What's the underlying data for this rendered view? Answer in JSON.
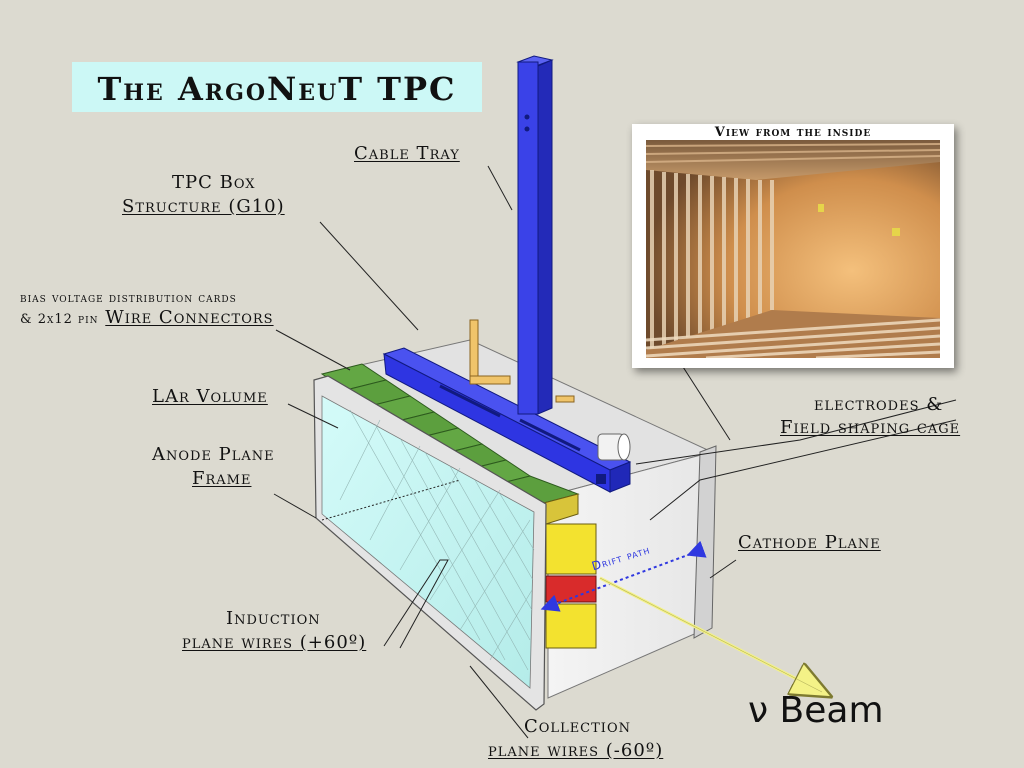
{
  "title": "The ArgoNeuT TPC",
  "photo": {
    "caption": "View from the inside"
  },
  "labels": {
    "cable_tray": "Cable Tray",
    "tpc_box_line1": "TPC Box",
    "tpc_box_line2": "Structure (G10)",
    "bias_line1": "bias voltage distribution cards",
    "bias_line2_prefix": "& 2x12 pin",
    "bias_line2_main": "Wire Connectors",
    "lar_volume": "LAr Volume",
    "anode_line1": "Anode Plane",
    "anode_line2": "Frame",
    "electrodes_line1": "electrodes &",
    "electrodes_line2": "Field shaping cage",
    "cathode": "Cathode Plane",
    "induction_line1": "Induction",
    "induction_line2": "plane wires (+60º)",
    "collection_line1": "Collection",
    "collection_line2": "plane wires (-60º)",
    "drift_path": "Drift path",
    "beam": "ν Beam"
  },
  "colors": {
    "background": "#dcdad0",
    "title_box": "#ccf8f6",
    "cable_tray": "#2e35e2",
    "connector_green": "#63a744",
    "card_yellow": "#f3e22f",
    "card_red": "#d92b2b",
    "lar_volume": "#c7f5f3",
    "drift_path": "#2f38e0",
    "beam_arrow": "#f4f287"
  }
}
